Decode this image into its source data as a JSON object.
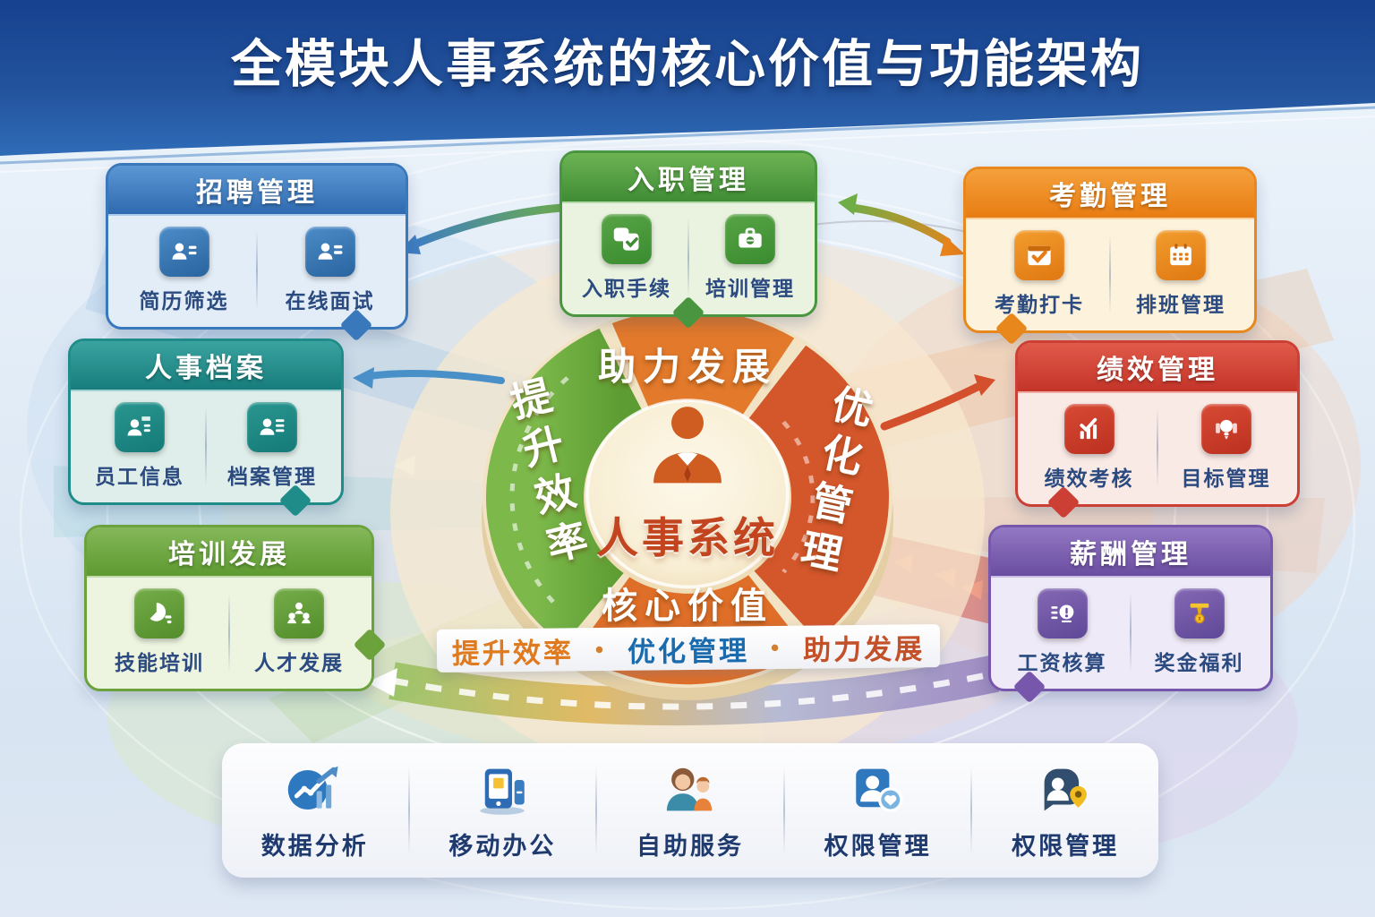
{
  "title": "全模块人事系统的核心价值与功能架构",
  "center": {
    "label": "人事系统",
    "ring_top": "助力发展",
    "ring_left": "提升效率",
    "ring_right": "优化管理",
    "ring_bottom": "核心价值",
    "accent_colors": {
      "ring_green": "#6aaa3e",
      "ring_orange": "#e2792b",
      "ring_red_orange": "#d4562b",
      "center_fill": "#f8efdc",
      "center_text": "#c2451f"
    }
  },
  "tagline": {
    "separator": "•",
    "item1": "提升效率",
    "item2": "优化管理",
    "item3": "助力发展"
  },
  "modules": [
    {
      "title": "招聘管理",
      "color": "#3a78bc",
      "items": [
        {
          "icon": "resume-screening-icon",
          "label": "简历筛选"
        },
        {
          "icon": "online-interview-icon",
          "label": "在线面试"
        }
      ]
    },
    {
      "title": "入职管理",
      "color": "#4a9640",
      "items": [
        {
          "icon": "onboarding-procedure-icon",
          "label": "入职手续"
        },
        {
          "icon": "training-management-icon",
          "label": "培训管理"
        }
      ]
    },
    {
      "title": "考勤管理",
      "color": "#e8871c",
      "items": [
        {
          "icon": "attendance-checkin-icon",
          "label": "考勤打卡"
        },
        {
          "icon": "shift-schedule-icon",
          "label": "排班管理"
        }
      ]
    },
    {
      "title": "人事档案",
      "color": "#1f8c8a",
      "items": [
        {
          "icon": "employee-info-icon",
          "label": "员工信息"
        },
        {
          "icon": "archive-management-icon",
          "label": "档案管理"
        }
      ]
    },
    {
      "title": "绩效管理",
      "color": "#cc3f34",
      "items": [
        {
          "icon": "performance-review-icon",
          "label": "绩效考核"
        },
        {
          "icon": "goal-management-icon",
          "label": "目标管理"
        }
      ]
    },
    {
      "title": "培训发展",
      "color": "#6ba23c",
      "items": [
        {
          "icon": "skill-training-icon",
          "label": "技能培训"
        },
        {
          "icon": "talent-development-icon",
          "label": "人才发展"
        }
      ]
    },
    {
      "title": "薪酬管理",
      "color": "#7757ab",
      "items": [
        {
          "icon": "payroll-icon",
          "label": "工资核算"
        },
        {
          "icon": "bonus-benefits-icon",
          "label": "奖金福利"
        }
      ]
    }
  ],
  "footer": {
    "items": [
      {
        "icon": "data-analysis-icon",
        "label": "数据分析"
      },
      {
        "icon": "mobile-office-icon",
        "label": "移动办公"
      },
      {
        "icon": "self-service-icon",
        "label": "自助服务"
      },
      {
        "icon": "permission-management-icon",
        "label": "权限管理"
      },
      {
        "icon": "permission-location-icon",
        "label": "权限管理"
      }
    ]
  }
}
